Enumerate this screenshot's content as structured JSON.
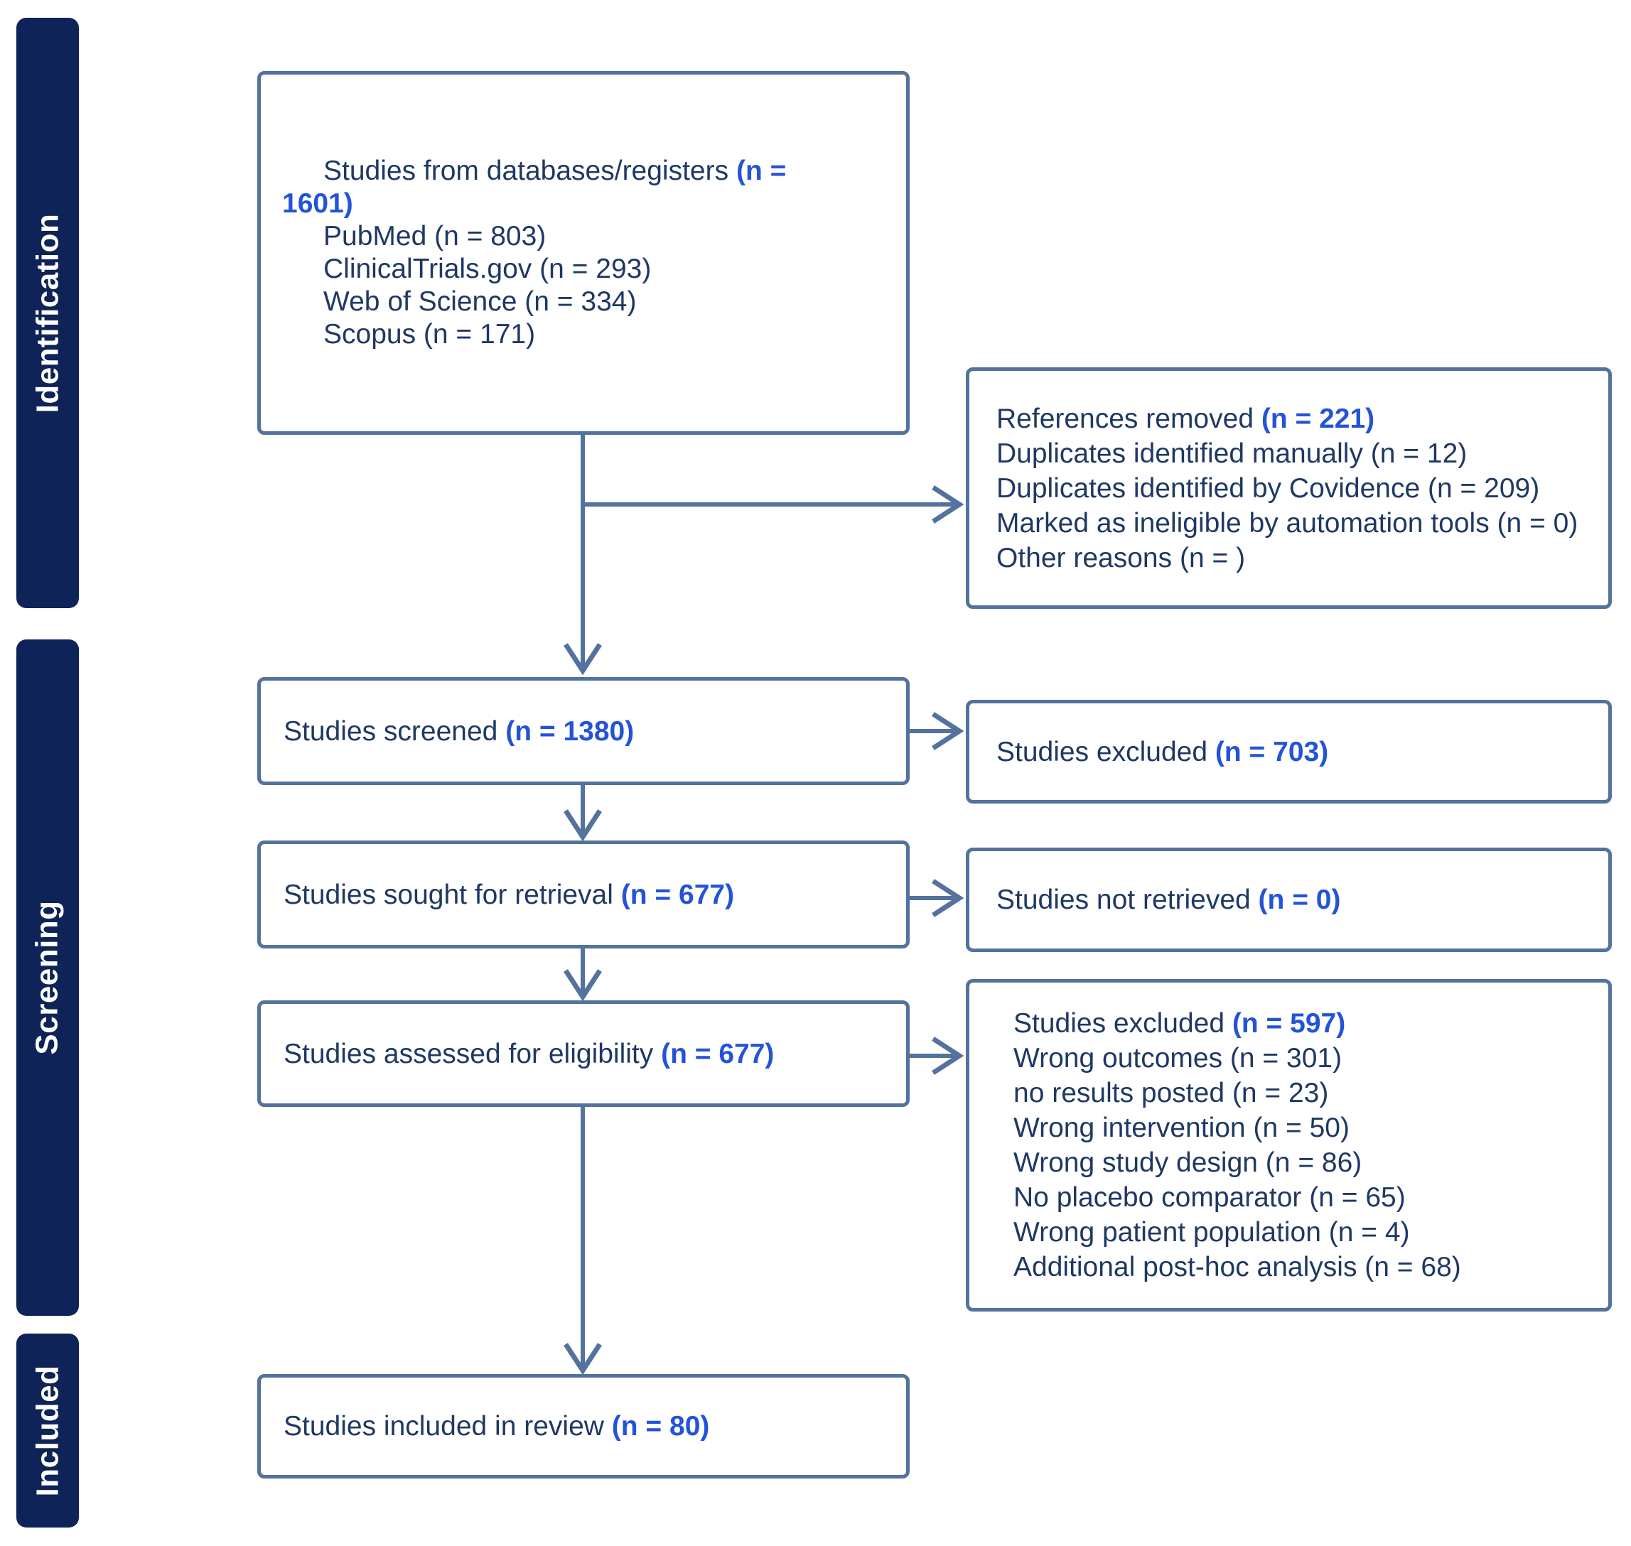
{
  "colors": {
    "page_bg": "#ffffff",
    "sidebar_bg": "#0e2357",
    "sidebar_text": "#ffffff",
    "box_bg": "#ffffff",
    "box_border": "#53729d",
    "arrow": "#53729d",
    "text_navy": "#1f3864",
    "accent_blue": "#2353d9"
  },
  "sidebar": {
    "labels": [
      {
        "text": "Identification"
      },
      {
        "text": "Screening"
      },
      {
        "text": "Included"
      }
    ]
  },
  "boxes": {
    "databases": {
      "lines": [
        {
          "indent": true,
          "parts": [
            {
              "text": "Studies from databases/registers ",
              "style": "navy"
            },
            {
              "text": "(n =",
              "style": "blue"
            }
          ]
        },
        {
          "indent": false,
          "parts": [
            {
              "text": "1601)",
              "style": "blue"
            }
          ]
        },
        {
          "indent": true,
          "parts": [
            {
              "text": "PubMed (n = 803)",
              "style": "navy"
            }
          ]
        },
        {
          "indent": true,
          "parts": [
            {
              "text": "ClinicalTrials.gov (n = 293)",
              "style": "navy"
            }
          ]
        },
        {
          "indent": true,
          "parts": [
            {
              "text": "Web of Science (n = 334)",
              "style": "navy"
            }
          ]
        },
        {
          "indent": true,
          "parts": [
            {
              "text": "Scopus (n = 171)",
              "style": "navy"
            }
          ]
        }
      ]
    },
    "references_removed": {
      "lines": [
        {
          "indent": false,
          "parts": [
            {
              "text": "References removed ",
              "style": "navy"
            },
            {
              "text": "(n = 221)",
              "style": "blue"
            }
          ]
        },
        {
          "indent": false,
          "parts": [
            {
              "text": "Duplicates identified manually (n = 12)",
              "style": "navy"
            }
          ]
        },
        {
          "indent": false,
          "parts": [
            {
              "text": "Duplicates identified by Covidence (n = 209)",
              "style": "navy"
            }
          ]
        },
        {
          "indent": false,
          "parts": [
            {
              "text": "Marked as ineligible by automation tools (n = 0)",
              "style": "navy"
            }
          ]
        },
        {
          "indent": false,
          "parts": [
            {
              "text": "Other reasons (n = )",
              "style": "navy"
            }
          ]
        }
      ]
    },
    "screened": {
      "lines": [
        {
          "indent": false,
          "parts": [
            {
              "text": "Studies screened ",
              "style": "navy"
            },
            {
              "text": "(n = 1380)",
              "style": "blue"
            }
          ]
        }
      ]
    },
    "excluded_screening": {
      "lines": [
        {
          "indent": false,
          "parts": [
            {
              "text": "Studies excluded ",
              "style": "navy"
            },
            {
              "text": "(n = 703)",
              "style": "blue"
            }
          ]
        }
      ]
    },
    "sought": {
      "lines": [
        {
          "indent": false,
          "parts": [
            {
              "text": "Studies sought for retrieval ",
              "style": "navy"
            },
            {
              "text": "(n = 677)",
              "style": "blue"
            }
          ]
        }
      ]
    },
    "not_retrieved": {
      "lines": [
        {
          "indent": false,
          "parts": [
            {
              "text": "Studies not retrieved ",
              "style": "navy"
            },
            {
              "text": "(n = 0)",
              "style": "blue"
            }
          ]
        }
      ]
    },
    "assessed": {
      "lines": [
        {
          "indent": false,
          "parts": [
            {
              "text": "Studies assessed for eligibility ",
              "style": "navy"
            },
            {
              "text": "(n = 677)",
              "style": "blue"
            }
          ]
        }
      ]
    },
    "excluded_eligibility": {
      "lines": [
        {
          "indent": false,
          "parts": [
            {
              "text": "Studies excluded ",
              "style": "navy"
            },
            {
              "text": "(n = 597)",
              "style": "blue"
            }
          ]
        },
        {
          "indent": false,
          "parts": [
            {
              "text": "Wrong outcomes (n = 301)",
              "style": "navy"
            }
          ]
        },
        {
          "indent": false,
          "parts": [
            {
              "text": "no results posted (n = 23)",
              "style": "navy"
            }
          ]
        },
        {
          "indent": false,
          "parts": [
            {
              "text": "Wrong intervention (n = 50)",
              "style": "navy"
            }
          ]
        },
        {
          "indent": false,
          "parts": [
            {
              "text": "Wrong study design (n = 86)",
              "style": "navy"
            }
          ]
        },
        {
          "indent": false,
          "parts": [
            {
              "text": "No placebo comparator (n = 65)",
              "style": "navy"
            }
          ]
        },
        {
          "indent": false,
          "parts": [
            {
              "text": "Wrong patient population (n = 4)",
              "style": "navy"
            }
          ]
        },
        {
          "indent": false,
          "parts": [
            {
              "text": "Additional post-hoc analysis (n = 68)",
              "style": "navy"
            }
          ]
        }
      ]
    },
    "included": {
      "lines": [
        {
          "indent": false,
          "parts": [
            {
              "text": "Studies included in review ",
              "style": "navy"
            },
            {
              "text": "(n = 80)",
              "style": "blue"
            }
          ]
        }
      ]
    }
  }
}
